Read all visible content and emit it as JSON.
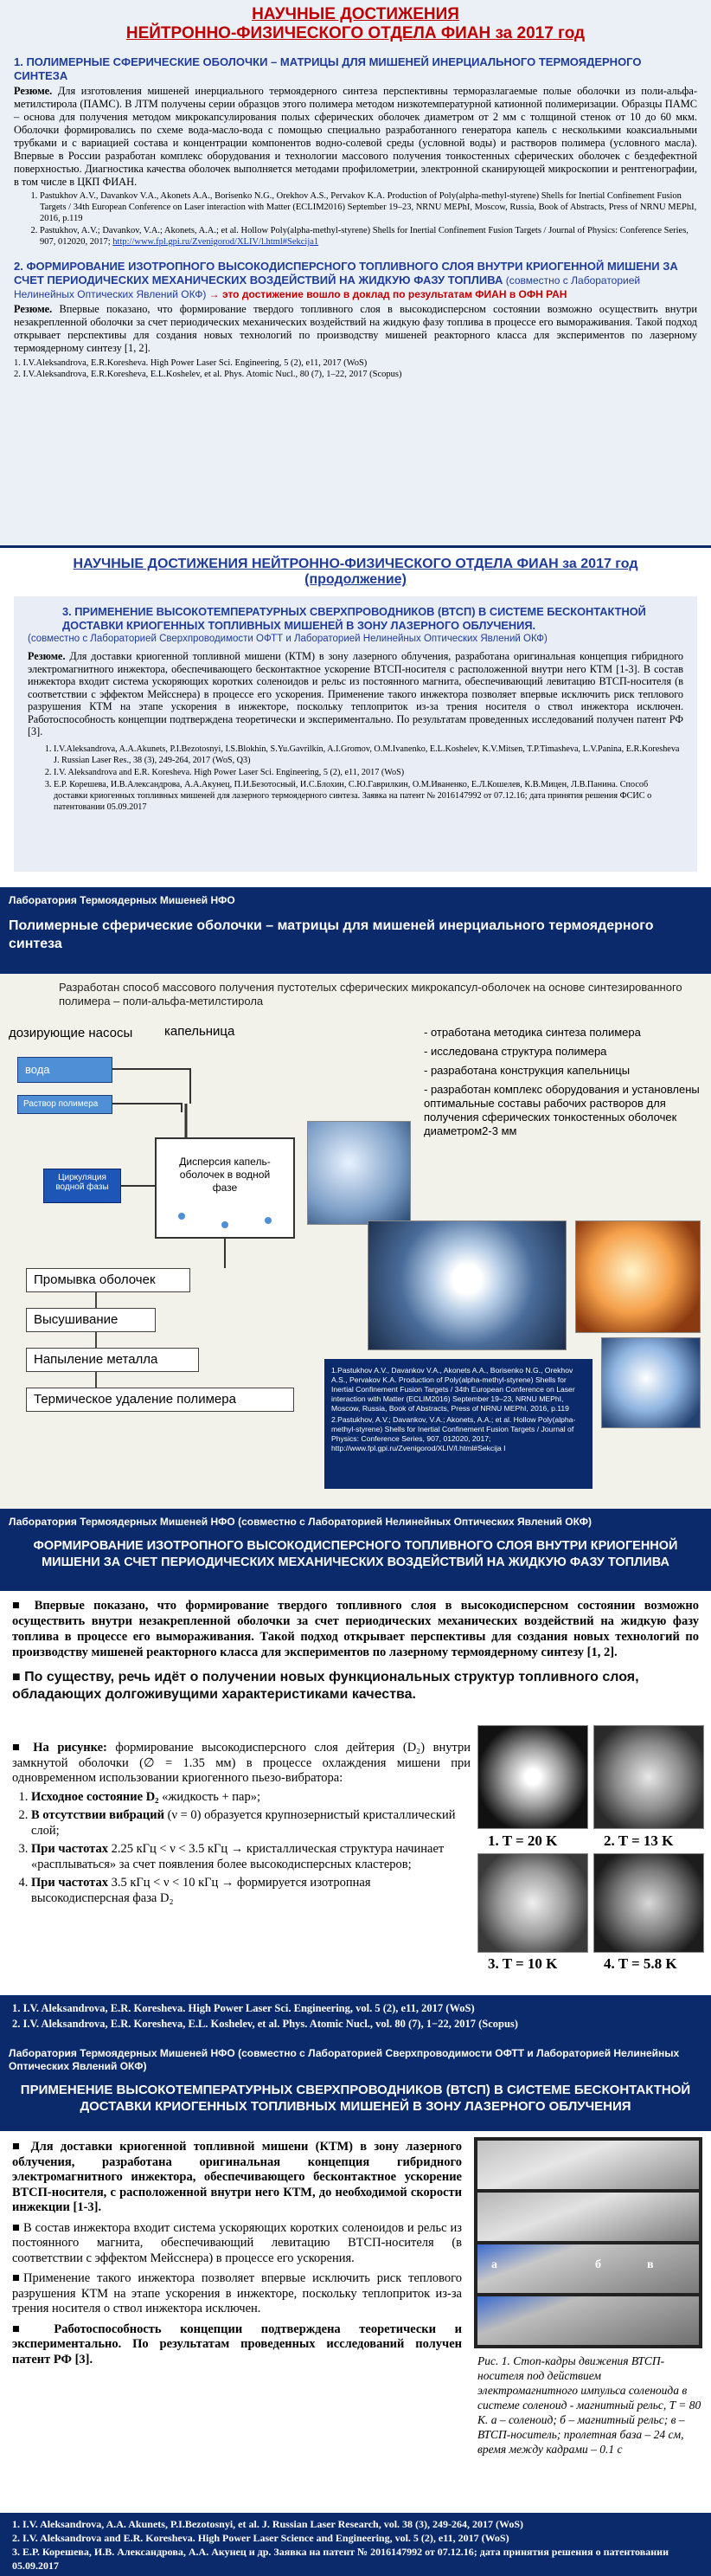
{
  "s1": {
    "title1": "НАУЧНЫЕ ДОСТИЖЕНИЯ",
    "title2": "НЕЙТРОННО-ФИЗИЧЕСКОГО ОТДЕЛА ФИАН за 2017 год",
    "h1": "1. ПОЛИМЕРНЫЕ СФЕРИЧЕСКИЕ ОБОЛОЧКИ – МАТРИЦЫ ДЛЯ МИШЕНЕЙ ИНЕРЦИАЛЬНОГО ТЕРМОЯДЕРНОГО СИНТЕЗА",
    "p1_lead": "Резюме.",
    "p1": " Для изготовления мишеней инерциального термоядерного синтеза перспективны терморазлагаемые полые оболочки из поли-альфа-метилстирола (ПАМС). В ЛТМ получены серии образцов этого полимера методом низкотемпературной катионной полимеризации. Образцы ПАМС – основа для получения методом микрокапсулирования полых сферических оболочек диаметром от 2 мм с толщиной стенок от 10 до 60 мкм. Оболочки формировались по схеме вода-масло-вода с помощью специально разработанного генератора капель с несколькими коаксиальными трубками и с вариацией состава и концентрации компонентов водно-солевой среды (условной воды) и растворов полимера (условного масла). Впервые в России разработан комплекс оборудования и технологии массового получения тонкостенных сферических оболочек с бездефектной поверхностью. Диагностика качества оболочек выполняется методами профилометрии, электронной сканирующей микроскопии и рентгенографии, в том числе в ЦКП ФИАН.",
    "r1a": "Pastukhov A.V., Davankov V.A., Akonets A.A., Borisenko N.G., Orekhov A.S., Pervakov K.A. Production of Poly(alpha-methyl-styrene) Shells for Inertial Confinement Fusion Targets / 34th European Conference on Laser interaction with Matter (ECLIM2016) September 19–23, NRNU MEPhI, Moscow, Russia, Book of Abstracts, Press of NRNU MEPhI, 2016, p.119",
    "r1b": "Pastukhov, A.V.; Davankov, V.A.; Akonets, A.A.; et al. Hollow Poly(alpha-methyl-styrene) Shells for Inertial Confinement Fusion Targets / Journal of Physics: Conference Series, 907, 012020, 2017; ",
    "r1b_link": "http://www.fpl.gpi.ru/Zvenigorod/XLIV/l.html#Sekcija1",
    "h2": "2. ФОРМИРОВАНИЕ ИЗОТРОПНОГО ВЫСОКОДИСПЕРСНОГО ТОПЛИВНОГО СЛОЯ ВНУТРИ КРИОГЕННОЙ МИШЕНИ ЗА СЧЕТ ПЕРИОДИЧЕСКИХ МЕХАНИЧЕСКИХ ВОЗДЕЙСТВИЙ НА ЖИДКУЮ ФАЗУ ТОПЛИВА",
    "h2_note": " (совместно с Лабораторией Нелинейных Оптических Явлений ОКФ) ",
    "h2_red": "→ это достижение вошло в доклад по результатам ФИАН в ОФН РАН",
    "p2_lead": "Резюме.",
    "p2": " Впервые показано, что формирование твердого топливного слоя в высокодисперсном состоянии возможно осуществить внутри незакрепленной оболочки за счет периодических механических воздействий на жидкую фазу топлива в процессе его вымораживания. Такой подход открывает перспективы для создания новых технологий по производству мишеней реакторного класса для экспериментов по лазерному термоядерному синтезу [1, 2].",
    "r2a": "1. I.V.Aleksandrova, E.R.Koresheva. High Power Laser Sci. Engineering, 5 (2), e11, 2017  (WoS)",
    "r2b": "2. I.V.Aleksandrova, E.R.Koresheva, E.L.Koshelev, et al. Phys. Atomic Nucl., 80 (7), 1–22, 2017 (Scopus)"
  },
  "s2": {
    "title": "НАУЧНЫЕ ДОСТИЖЕНИЯ НЕЙТРОННО-ФИЗИЧЕСКОГО ОТДЕЛА ФИАН за 2017 год",
    "subtitle": "(продолжение)",
    "h3": "3. ПРИМЕНЕНИЕ ВЫСОКОТЕМПЕРАТУРНЫХ СВЕРХПРОВОДНИКОВ (ВТСП) В СИСТЕМЕ БЕСКОНТАКТНОЙ ДОСТАВКИ КРИОГЕННЫХ ТОПЛИВНЫХ МИШЕНЕЙ В ЗОНУ ЛАЗЕРНОГО ОБЛУЧЕНИЯ.",
    "h3_note": "(совместно с Лабораторией Сверхпроводимости ОФТТ и Лабораторией Нелинейных Оптических Явлений ОКФ)",
    "p3_lead": "Резюме.",
    "p3": " Для доставки криогенной топливной мишени (КТМ) в зону лазерного облучения, разработана оригинальная концепция гибридного электромагнитного инжектора, обеспечивающего бесконтактное ускорение ВТСП-носителя с расположенной внутри него КТМ [1-3]. В состав инжектора входит система ускоряющих коротких соленоидов и рельс из постоянного магнита, обеспечивающий левитацию ВТСП-носителя (в соответствии с эффектом Мейсснера) в процессе его ускорения. Применение такого инжектора позволяет впервые исключить риск теплового разрушения КТМ на этапе ускорения в инжекторе, поскольку теплоприток из-за трения носителя о ствол инжектора исключен. Работоспособность концепции подтверждена теоретически и экспериментально. По результатам проведенных исследований получен патент РФ [3].",
    "r3a": "I.V.Aleksandrova, A.A.Akunets, P.I.Bezotosnyi, I.S.Blokhin, S.Yu.Gavrilkin, A.I.Gromov, O.M.Ivanenko, E.L.Koshelev, K.V.Mitsen, T.P.Timasheva, L.V.Panina, E.R.Koresheva J. Russian Laser Res., 38 (3), 249-264, 2017 (WoS, Q3)",
    "r3b": "I.V. Aleksandrova and E.R. Koresheva. High Power Laser Sci. Engineering, 5 (2), e11, 2017 (WoS)",
    "r3c": "Е.Р. Корешева, И.В.Александрова, А.А.Акунец, П.И.Безотосный, И.С.Блохин, С.Ю.Гаврилкин, О.М.Иваненко, Е.Л.Кошелев, К.В.Мицен, Л.В.Панина. Способ доставки криогенных топливных мишеней для лазерного термоядерного синтеза. Заявка на патент № 2016147992 от 07.12.16; дата принятия решения ФСИС о патентовании 05.09.2017"
  },
  "s3": {
    "lab": "Лаборатория Термоядерных Мишеней НФО",
    "title": "Полимерные сферические оболочки – матрицы для мишеней инерциального термоядерного синтеза",
    "intro": "Разработан способ массового получения пустотелых сферических микрокапсул-оболочек на основе синтезированного полимера – поли-альфа-метилстирола",
    "lbl_pumps": "дозирующие насосы",
    "lbl_cap": "капельница",
    "lbl_water": "вода",
    "lbl_polymer": "Раствор полимера",
    "lbl_circ": "Циркуляция водной фазы",
    "lbl_disp": "Дисперсия капель-оболочек в водной фазе",
    "steps": [
      "Промывка оболочек",
      "Высушивание",
      "Напыление металла",
      "Термическое удаление полимера"
    ],
    "bullets": [
      "- отработана методика синтеза полимера",
      "- исследована структура полимера",
      "- разработана конструкция капельницы",
      "- разработан комплекс оборудования и установлены оптимальные составы рабочих растворов для получения сферических тонкостенных оболочек диаметром2-3 мм"
    ],
    "ref1": "1.Pastukhov A.V., Davankov V.A., Akonets A.A., Borisenko N.G., Orekhov A.S., Pervakov K.A. Production of Poly(alpha-methyl-styrene) Shells for Inertial Confinement Fusion Targets / 34th European Conference on Laser interaction with Matter (ECLIM2016) September 19–23, NRNU MEPhI, Moscow, Russia, Book of Abstracts, Press of NRNU MEPhI, 2016, p.119",
    "ref2": "2.Pastukhov, A.V.; Davankov, V.A.; Akonets, A.A.; et al. Hollow Poly(alpha-methyl-styrene) Shells for Inertial Confinement Fusion Targets / Journal of Physics: Conference Series, 907, 012020, 2017; http://www.fpl.gpi.ru/Zvenigorod/XLIV/l.html#Sekcija I"
  },
  "s4": {
    "lab": "Лаборатория Термоядерных Мишеней НФО (совместно с Лабораторией Нелинейных Оптических Явлений ОКФ)",
    "title": "ФОРМИРОВАНИЕ ИЗОТРОПНОГО ВЫСОКОДИСПЕРСНОГО ТОПЛИВНОГО СЛОЯ ВНУТРИ КРИОГЕННОЙ МИШЕНИ ЗА СЧЕТ ПЕРИОДИЧЕСКИХ МЕХАНИЧЕСКИХ ВОЗДЕЙСТВИЙ НА ЖИДКУЮ ФАЗУ ТОПЛИВА",
    "p1": "Впервые показано, что формирование твердого топливного слоя в высокодисперсном состоянии возможно осуществить внутри незакрепленной оболочки за счет периодических механических воздействий на жидкую фазу топлива в процессе его вымораживания. Такой подход открывает перспективы для создания новых технологий по производству мишеней реакторного класса для экспериментов по лазерному термоядерному синтезу [1, 2].",
    "p2": "По существу, речь идёт о получении новых функциональных структур топливного слоя, обладающих долгоживущими характеристиками качества.",
    "fig_lead": "На рисунке:",
    "fig_text": " формирование высокодисперсного слоя дейтерия (D₂) внутри замкнутой оболочки (∅ = 1.35 мм) в процессе охлаждения мишени при одновременном использовании криогенного пьезо-вибратора:",
    "items": [
      {
        "b": "Исходное состояние D₂",
        "t": " «жидкость + пар»;"
      },
      {
        "b": "В отсутствии вибраций",
        "t": " (ν = 0) образуется крупнозернистый кристаллический слой;"
      },
      {
        "b": "При частотах",
        "t": " 2.25 кГц < ν < 3.5 кГц → кристаллическая структура начинает «расплываться» за счет появления более высокодисперсных кластеров;"
      },
      {
        "b": "При частотах",
        "t": " 3.5 кГц < ν < 10 кГц → формируется изотропная высокодисперсная фаза D₂"
      }
    ],
    "caps": [
      "1. T = 20 K",
      "2. T = 13 K",
      "3. T = 10 K",
      "4. T = 5.8 K"
    ],
    "refs": [
      "1. I.V. Aleksandrova, E.R. Koresheva. High Power Laser Sci. Engineering, vol. 5 (2), e11, 2017  (WoS)",
      "2. I.V. Aleksandrova, E.R. Koresheva, E.L. Koshelev, et al. Phys. Atomic Nucl.,  vol. 80 (7), 1−22, 2017 (Scopus)"
    ]
  },
  "s5": {
    "lab": "Лаборатория Термоядерных Мишеней НФО (совместно с Лабораторией Сверхпроводимости ОФТТ и Лабораторией Нелинейных Оптических Явлений ОКФ)",
    "title": "ПРИМЕНЕНИЕ ВЫСОКОТЕМПЕРАТУРНЫХ СВЕРХПРОВОДНИКОВ (ВТСП) В СИСТЕМЕ БЕСКОНТАКТНОЙ ДОСТАВКИ КРИОГЕННЫХ ТОПЛИВНЫХ МИШЕНЕЙ В ЗОНУ ЛАЗЕРНОГО ОБЛУЧЕНИЯ",
    "p1": "Для доставки криогенной топливной мишени (КТМ) в зону лазерного облучения, разработана оригинальная концепция гибридного электромагнитного инжектора, обеспечивающего бесконтактное ускорение ВТСП-носителя, с расположенной внутри него КТМ, до необходимой скорости инжекции [1-3].",
    "p2": "В состав инжектора входит система ускоряющих коротких соленоидов и рельс из постоянного магнита, обеспечивающий левитацию ВТСП-носителя (в соответствии с эффектом Мейсснера) в процессе его ускорения.",
    "p3": "Применение такого инжектора позволяет впервые исключить риск теплового разрушения КТМ на этапе ускорения в инжекторе, поскольку теплоприток из-за трения носителя о ствол инжектора исключен.",
    "p4": "Работоспособность концепции подтверждена теоретически и экспериментально. По результатам проведенных исследований получен патент РФ [3].",
    "cap": "Рис. 1. Стоп-кадры движения ВТСП-носителя под действием электромагнитного импульса соленоида в системе соленоид - магнитный рельс, T = 80 K. а – соленоид; б – магнитный рельс; в – ВТСП-носитель; пролетная база – 24 см, время между кадрами – 0.1 с",
    "lbl_a": "а",
    "lbl_b": "б",
    "lbl_c": "в",
    "refs": [
      "1.  I.V. Aleksandrova, A.A. Akunets, P.I.Bezotosnyi, et al. J. Russian Laser Research, vol. 38 (3), 249-264, 2017 (WoS)",
      "2.  I.V. Aleksandrova and E.R. Koresheva. High Power Laser Science and Engineering, vol. 5 (2), e11, 2017 (WoS)",
      "3.  Е.Р. Корешева, И.В. Александрова, А.А. Акунец и др. Заявка на патент № 2016147992 от 07.12.16; дата принятия решения о патентовании 05.09.2017"
    ]
  }
}
